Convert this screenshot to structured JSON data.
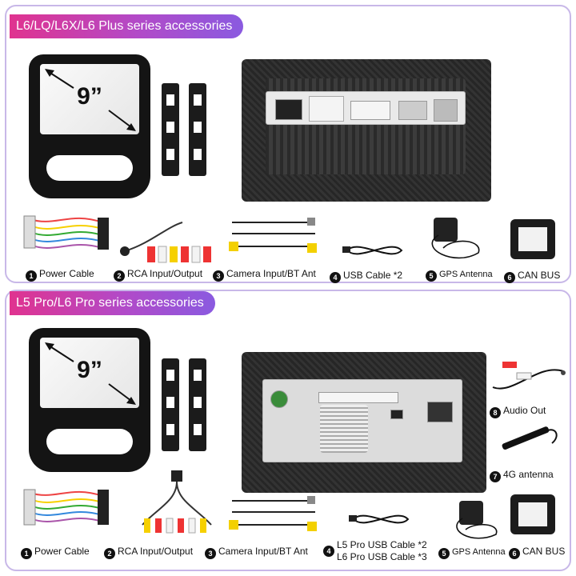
{
  "section1": {
    "title": "L6/LQ/L6X/L6 Plus series accessories",
    "screen_size": "9”",
    "items": [
      {
        "num": "1",
        "label": "Power Cable"
      },
      {
        "num": "2",
        "label": "RCA Input/Output"
      },
      {
        "num": "3",
        "label": "Camera Input/BT Ant"
      },
      {
        "num": "4",
        "label": "USB Cable *2"
      },
      {
        "num": "5",
        "label": "GPS Antenna"
      },
      {
        "num": "6",
        "label": "CAN BUS"
      }
    ]
  },
  "section2": {
    "title": "L5 Pro/L6 Pro series accessories",
    "screen_size": "9”",
    "items": [
      {
        "num": "1",
        "label": "Power Cable"
      },
      {
        "num": "2",
        "label": "RCA Input/Output"
      },
      {
        "num": "3",
        "label": "Camera Input/BT Ant"
      },
      {
        "num": "4",
        "label_line1": "L5 Pro USB Cable *2",
        "label_line2": "L6 Pro USB Cable *3"
      },
      {
        "num": "5",
        "label": "GPS Antenna"
      },
      {
        "num": "6",
        "label": "CAN BUS"
      },
      {
        "num": "7",
        "label": "4G antenna"
      },
      {
        "num": "8",
        "label": "Audio Out"
      }
    ]
  },
  "colors": {
    "banner_start": "#e0338f",
    "banner_end": "#8a5ae0",
    "border": "#c8b8e8"
  }
}
